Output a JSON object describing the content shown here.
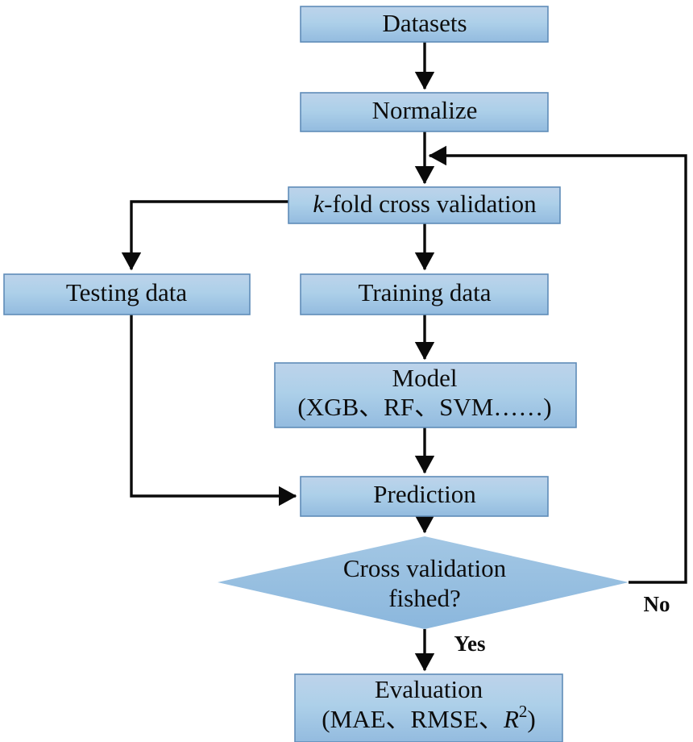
{
  "diagram": {
    "title": "Machine learning workflow flowchart",
    "colors": {
      "box_fill_top": "#b9d0e8",
      "box_fill_bottom": "#9dc0e0",
      "box_border": "#5f8cb8",
      "diamond_fill": "#92bcdf",
      "connector": "#0a0a0a",
      "text": "#0d0d0d",
      "background": "#ffffff"
    },
    "nodes": {
      "datasets": {
        "label": "Datasets",
        "shape": "rectangle"
      },
      "normalize": {
        "label": "Normalize",
        "shape": "rectangle"
      },
      "kfold": {
        "label_italic": "k",
        "label_rest": "-fold cross validation",
        "shape": "rectangle"
      },
      "testing_data": {
        "label": "Testing data",
        "shape": "rectangle"
      },
      "training_data": {
        "label": "Training data",
        "shape": "rectangle"
      },
      "model": {
        "line1": "Model",
        "line2": "(XGB、RF、SVM……)",
        "shape": "rectangle"
      },
      "prediction": {
        "label": "Prediction",
        "shape": "rectangle"
      },
      "decision": {
        "line1": "Cross validation",
        "line2": "fished?",
        "shape": "diamond"
      },
      "evaluation": {
        "line1": "Evaluation",
        "line2_prefix": "(MAE、RMSE、",
        "line2_italic": "R",
        "line2_sup": "2",
        "line2_suffix": ")",
        "shape": "rectangle"
      }
    },
    "edge_labels": {
      "no": "No",
      "yes": "Yes"
    }
  }
}
